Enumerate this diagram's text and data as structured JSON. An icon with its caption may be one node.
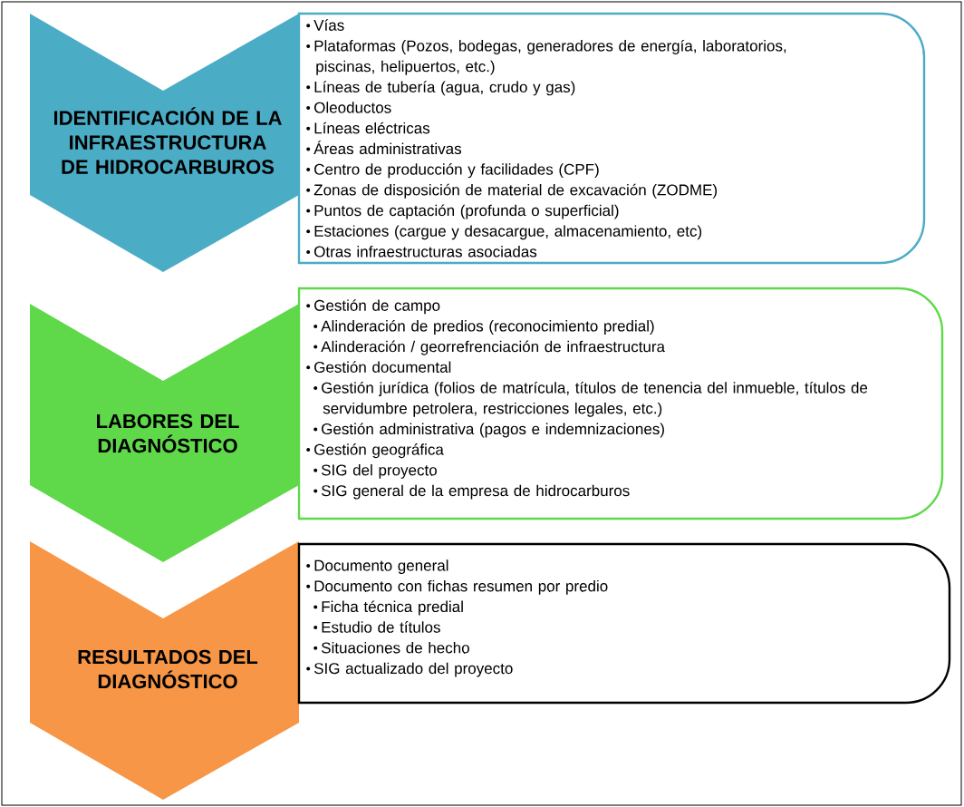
{
  "diagram": {
    "nodes": [
      {
        "text": [
          "IDENTIFICACIÓN DE LA INFRAESTRUCTURA DE HIDROCARBUROS"
        ]
      },
      {
        "text": [
          "Vías",
          "Plataformas (Pozos, bodegas, generadores de energía, laboratorios, piscinas, helipuertos, etc.)",
          "Líneas de tubería (agua, crudo y gas)",
          "Oleoductos",
          "Líneas eléctricas",
          "Áreas administrativas",
          "Centro de producción y facilidades (CPF)",
          "Zonas de disposición de material de excavación (ZODME)",
          "Puntos de captación (profunda o superficial)",
          "Estaciones (cargue y desacargue, almacenamiento, etc)",
          "Otras infraestructuras asociadas"
        ]
      },
      {
        "text": [
          "LABORES DEL DIAGNÓSTICO"
        ]
      },
      {
        "text": [
          "Gestión de campo",
          "Alinderación de predios (reconocimiento predial)",
          "Alinderación / georrefrenciación de infraestructura",
          "Gestión documental",
          "Gestión jurídica (folios de matrícula, títulos de tenencia del inmueble, títulos de servidumbre petrolera, restricciones legales, etc.)",
          "Gestión administrativa (pagos e indemnizaciones)",
          "Gestión geográfica",
          "SIG del proyecto",
          "SIG general de la empresa de hidrocarburos"
        ]
      },
      {
        "text": [
          "RESULTADOS DEL DIAGNÓSTICO"
        ]
      },
      {
        "text": [
          "Documento general",
          "Documento con fichas resumen por predio",
          "Ficha técnica predial",
          "Estudio de títulos",
          "Situaciones de hecho",
          "SIG actualizado del proyecto"
        ]
      }
    ]
  }
}
